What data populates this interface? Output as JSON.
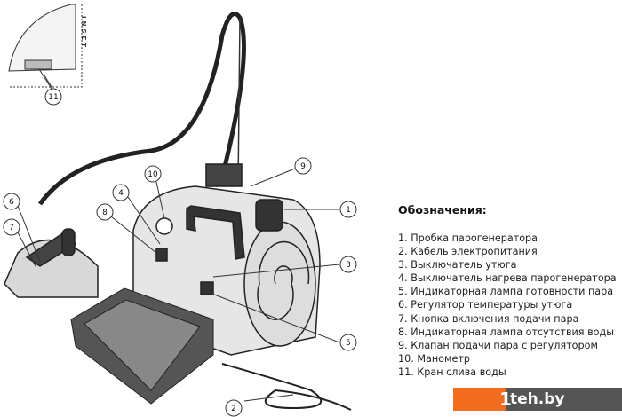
{
  "inset_label": "INSET",
  "legend": {
    "title": "Обозначения:",
    "items": [
      "1. Пробка парогенератора",
      "2. Кабель электропитания",
      "3. Выключатель утюга",
      "4. Выключатель нагрева парогенератора",
      "5. Индикаторная лампа готовности пара",
      "6. Регулятор температуры утюга",
      "7. Кнопка включения подачи пара",
      "8. Индикаторная лампа отсутствия воды",
      "9. Клапан подачи пара с регулятором",
      "10. Манометр",
      "11. Кран слива воды"
    ]
  },
  "callouts": [
    "1",
    "2",
    "3",
    "4",
    "5",
    "6",
    "7",
    "8",
    "9",
    "10",
    "11"
  ],
  "logo": {
    "mark": "1",
    "text": "teh.by"
  },
  "colors": {
    "accent": "#f26c1f",
    "logo_bg": "#555555"
  }
}
